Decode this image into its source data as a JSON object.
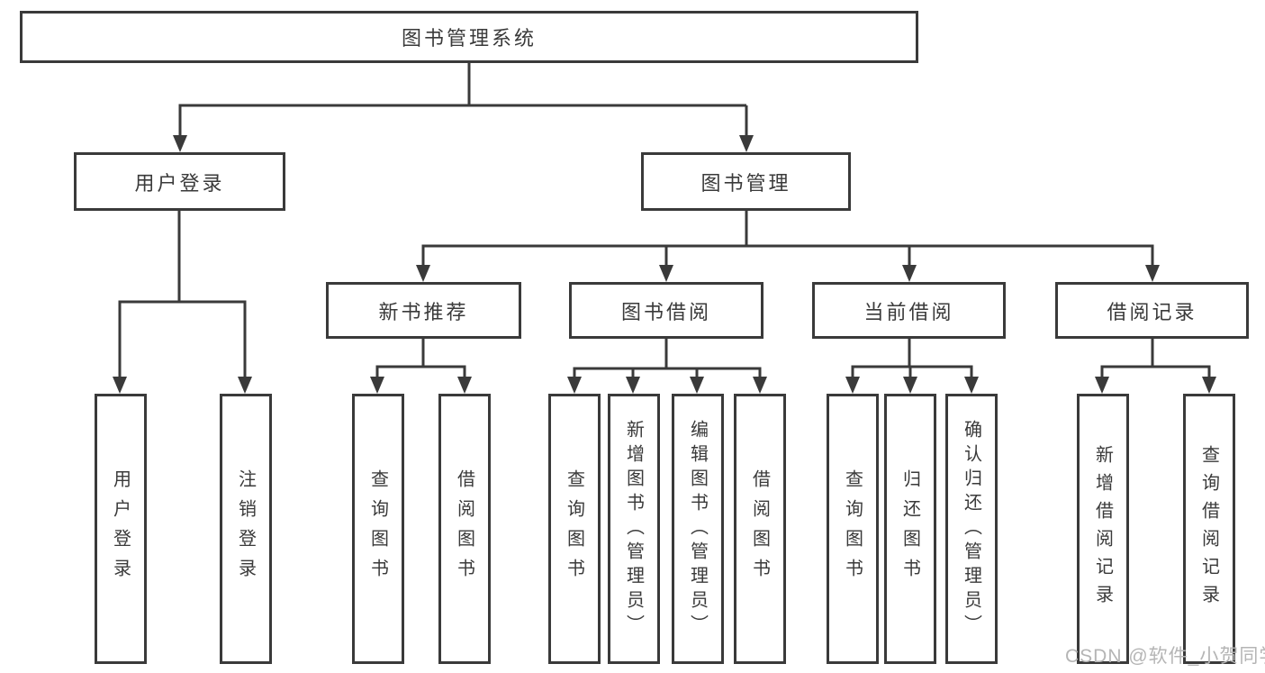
{
  "tree": {
    "label": "图书管理系统",
    "children": [
      {
        "label": "用户登录",
        "children": [
          {
            "label": "用户登录"
          },
          {
            "label": "注销登录"
          }
        ]
      },
      {
        "label": "图书管理",
        "children": [
          {
            "label": "新书推荐",
            "children": [
              {
                "label": "查询图书"
              },
              {
                "label": "借阅图书"
              }
            ]
          },
          {
            "label": "图书借阅",
            "children": [
              {
                "label": "查询图书"
              },
              {
                "label": "新增图书（管理员）"
              },
              {
                "label": "编辑图书（管理员）"
              },
              {
                "label": "借阅图书"
              }
            ]
          },
          {
            "label": "当前借阅",
            "children": [
              {
                "label": "查询图书"
              },
              {
                "label": "归还图书"
              },
              {
                "label": "确认归还（管理员）"
              }
            ]
          },
          {
            "label": "借阅记录",
            "children": [
              {
                "label": "新增借阅记录"
              },
              {
                "label": "查询借阅记录"
              }
            ]
          }
        ]
      }
    ]
  },
  "watermark": {
    "text": "CSDN @软件_小贺同学"
  },
  "colors": {
    "line": "#3a3a3a",
    "text": "#3a3a3a",
    "border": "#3a3a3a",
    "watermark": "#b5b5b5",
    "background": "#ffffff"
  }
}
